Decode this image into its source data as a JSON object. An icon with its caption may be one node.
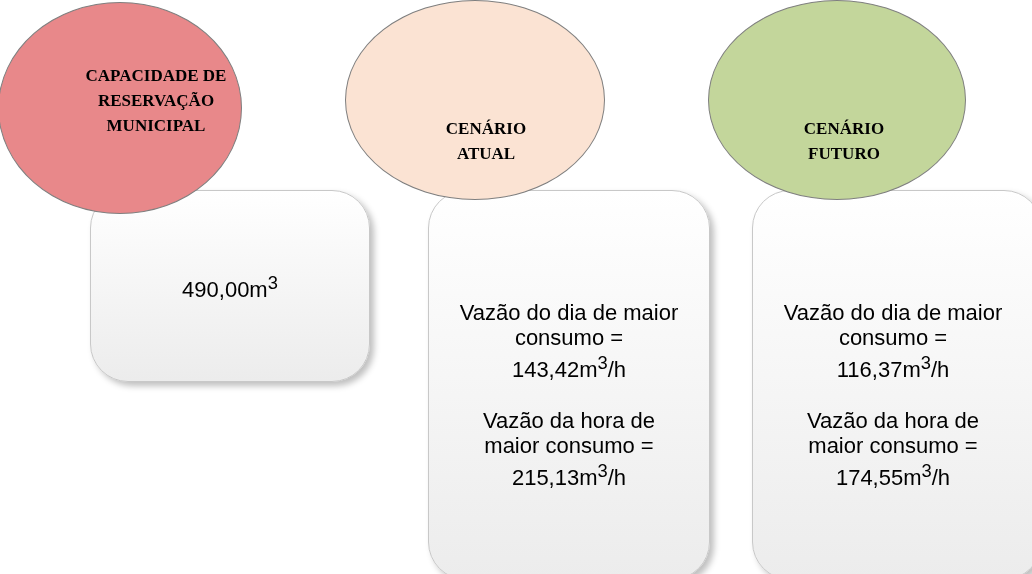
{
  "diagram": {
    "nodes": [
      {
        "text": [
          "CAPACIDADE DE RESERVAÇÃO MUNICIPAL"
        ]
      },
      {
        "text": [
          "490,00m$^{3}$"
        ]
      },
      {
        "text": [
          "CENÁRIO ATUAL"
        ]
      },
      {
        "text": [
          "Vazão do dia de maior consumo = 143,42m$^{3}$/h",
          "Vazão da hora de maior consumo = 215,13m$^{3}$/h"
        ]
      },
      {
        "text": [
          "CENÁRIO FUTURO"
        ]
      },
      {
        "text": [
          "Vazão do dia de maior consumo = 116,37m$^{3}$/h",
          "Vazão da hora de maior consumo = 174,55m$^{3}$/h"
        ]
      }
    ]
  }
}
